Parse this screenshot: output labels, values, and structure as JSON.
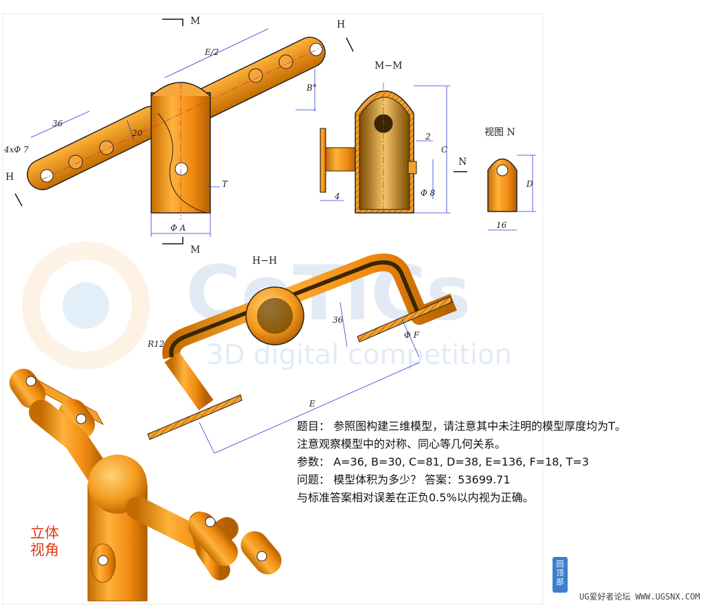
{
  "views": {
    "section_m": "M",
    "section_h": "H",
    "mm_title": "M−M",
    "hh_title": "H−H",
    "view_n": "视图  N",
    "n_marker": "N"
  },
  "dimensions": {
    "e_half": "E/2",
    "b_deg": "B°",
    "len36": "36",
    "len20": "20",
    "holes": "4xΦ 7",
    "t": "T",
    "phi_a": "Φ A",
    "len2": "2",
    "c": "C",
    "phi8": "Φ 8",
    "len4": "4",
    "d": "D",
    "len16": "16",
    "hh36": "36",
    "r12": "R12",
    "phi_f": "Φ F",
    "e": "E"
  },
  "watermark": {
    "brand": "CoTiCs",
    "tagline": "3D digital competition"
  },
  "problem": {
    "line1": "题目：  参照图构建三维模型，请注意其中未注明的模型厚度均为T。",
    "line2": "注意观察模型中的对称、同心等几何关系。",
    "line3": "参数：  A=36, B=30, C=81, D=38, E=136, F=18, T=3",
    "line4": "问题：  模型体积为多少？   答案：53699.71",
    "line5": "与标准答案相对误差在正负0.5%以内视为正确。"
  },
  "view3d_label": "立体\n视角",
  "back_to_top": [
    "回",
    "顶",
    "部"
  ],
  "forum_footer": "UG爱好者论坛  WWW.UGSNX.COM",
  "colors": {
    "orange": "#f59a1c",
    "orange_dark": "#c46c00",
    "dim_blue": "#2a3bd6",
    "label_red": "#e03a1a"
  }
}
